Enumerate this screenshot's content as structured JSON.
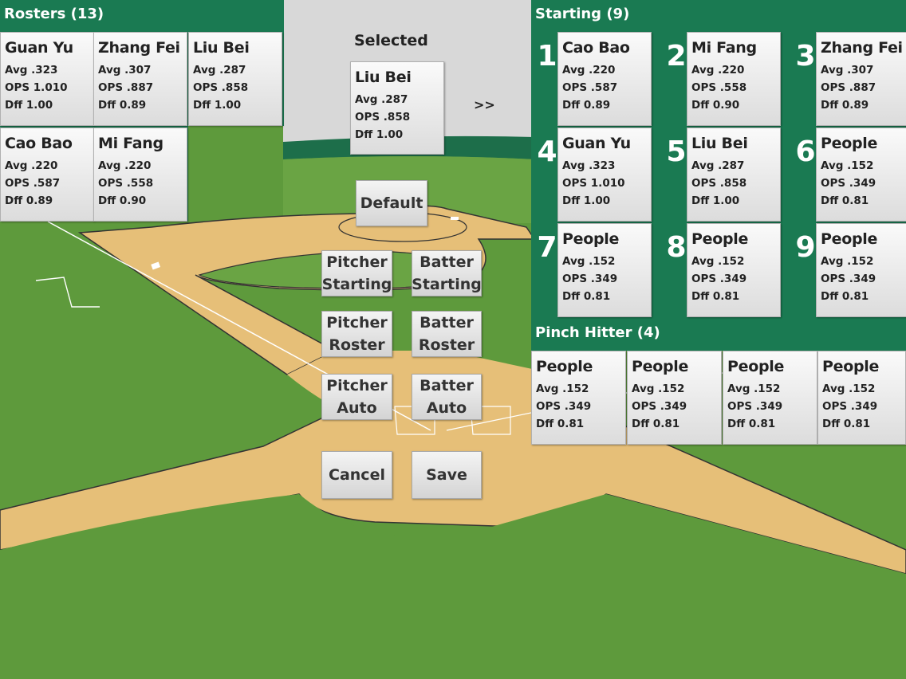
{
  "rosters": {
    "title": "Rosters (13)",
    "players": [
      {
        "name": "Guan Yu",
        "avg": "Avg .323",
        "ops": "OPS 1.010",
        "dff": "Dff 1.00"
      },
      {
        "name": "Zhang Fei",
        "avg": "Avg .307",
        "ops": "OPS .887",
        "dff": "Dff 0.89"
      },
      {
        "name": "Liu Bei",
        "avg": "Avg .287",
        "ops": "OPS .858",
        "dff": "Dff 1.00"
      },
      {
        "name": "Cao Bao",
        "avg": "Avg .220",
        "ops": "OPS .587",
        "dff": "Dff 0.89"
      },
      {
        "name": "Mi Fang",
        "avg": "Avg .220",
        "ops": "OPS .558",
        "dff": "Dff 0.90"
      }
    ]
  },
  "selected": {
    "label": "Selected",
    "player": {
      "name": "Liu Bei",
      "avg": "Avg .287",
      "ops": "OPS .858",
      "dff": "Dff 1.00"
    },
    "move_label": ">>"
  },
  "buttons": {
    "default": "Default",
    "pitcher_starting": "Pitcher Starting",
    "batter_starting": "Batter Starting",
    "pitcher_roster": "Pitcher Roster",
    "batter_roster": "Batter Roster",
    "pitcher_auto": "Pitcher Auto",
    "batter_auto": "Batter Auto",
    "cancel": "Cancel",
    "save": "Save"
  },
  "starting": {
    "title": "Starting (9)",
    "players": [
      {
        "order": "1",
        "name": "Cao Bao",
        "avg": "Avg .220",
        "ops": "OPS .587",
        "dff": "Dff 0.89"
      },
      {
        "order": "2",
        "name": "Mi Fang",
        "avg": "Avg .220",
        "ops": "OPS .558",
        "dff": "Dff 0.90"
      },
      {
        "order": "3",
        "name": "Zhang Fei",
        "avg": "Avg .307",
        "ops": "OPS .887",
        "dff": "Dff 0.89"
      },
      {
        "order": "4",
        "name": "Guan Yu",
        "avg": "Avg .323",
        "ops": "OPS 1.010",
        "dff": "Dff 1.00"
      },
      {
        "order": "5",
        "name": "Liu Bei",
        "avg": "Avg .287",
        "ops": "OPS .858",
        "dff": "Dff 1.00"
      },
      {
        "order": "6",
        "name": "People",
        "avg": "Avg .152",
        "ops": "OPS .349",
        "dff": "Dff 0.81"
      },
      {
        "order": "7",
        "name": "People",
        "avg": "Avg .152",
        "ops": "OPS .349",
        "dff": "Dff 0.81"
      },
      {
        "order": "8",
        "name": "People",
        "avg": "Avg .152",
        "ops": "OPS .349",
        "dff": "Dff 0.81"
      },
      {
        "order": "9",
        "name": "People",
        "avg": "Avg .152",
        "ops": "OPS .349",
        "dff": "Dff 0.81"
      }
    ]
  },
  "pinch": {
    "title": "Pinch Hitter (4)",
    "players": [
      {
        "name": "People",
        "avg": "Avg .152",
        "ops": "OPS .349",
        "dff": "Dff 0.81"
      },
      {
        "name": "People",
        "avg": "Avg .152",
        "ops": "OPS .349",
        "dff": "Dff 0.81"
      },
      {
        "name": "People",
        "avg": "Avg .152",
        "ops": "OPS .349",
        "dff": "Dff 0.81"
      },
      {
        "name": "People",
        "avg": "Avg .152",
        "ops": "OPS .349",
        "dff": "Dff 0.81"
      }
    ]
  },
  "colors": {
    "panel_green": "#1a7a52",
    "grass": "#5e9a3c",
    "dirt": "#e6bf78",
    "sky": "#d8d8d8"
  }
}
